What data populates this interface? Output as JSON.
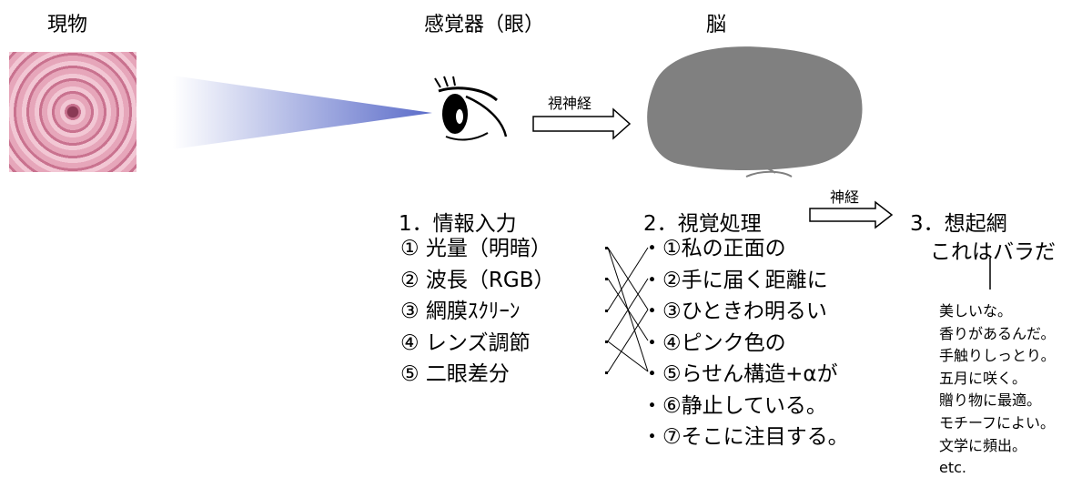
{
  "headers": {
    "object": "現物",
    "sensor": "感覚器（眼）",
    "brain": "脳"
  },
  "arrows": {
    "optic_nerve": "視神経",
    "nerve": "神経"
  },
  "input": {
    "title": "1．情報入力",
    "items": [
      "① 光量（明暗）",
      "② 波長（RGB）",
      "③ 網膜ｽｸﾘｰﾝ",
      "④ レンズ調節",
      "⑤ 二眼差分"
    ]
  },
  "processing": {
    "title": "2．視覚処理",
    "items": [
      "・①私の正面の",
      "・②手に届く距離に",
      "・③ひときわ明るい",
      "・④ピンク色の",
      "・⑤らせん構造+αが",
      "・⑥静止している。",
      "・⑦そこに注目する。"
    ]
  },
  "recall": {
    "title": "3．想起網",
    "result": "これはバラだ",
    "associations": [
      "美しいな。",
      "香りがあるんだ。",
      "手触りしっとり。",
      "五月に咲く。",
      "贈り物に最適。",
      "モチーフによい。",
      "文学に頻出。",
      "etc."
    ]
  }
}
